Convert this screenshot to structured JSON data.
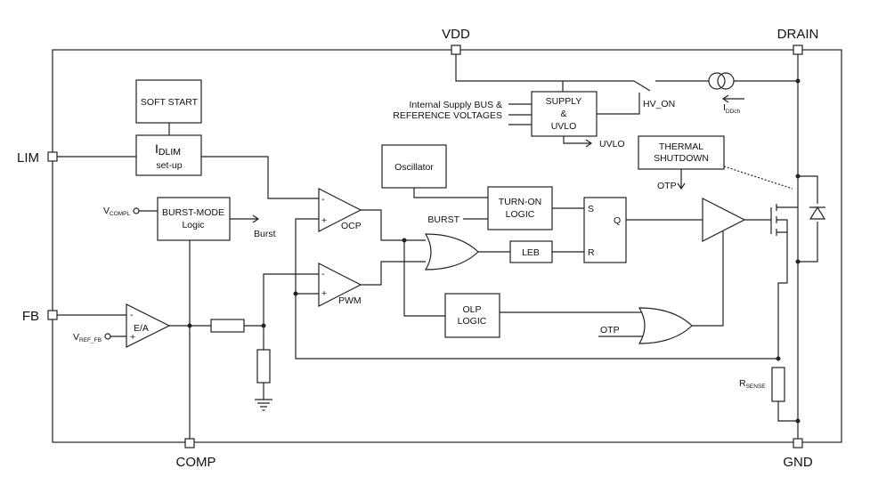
{
  "pins": {
    "vdd": "VDD",
    "drain": "DRAIN",
    "lim": "LIM",
    "fb": "FB",
    "comp": "COMP",
    "gnd": "GND"
  },
  "blocks": {
    "soft_start": "SOFT START",
    "idlim_main": "I",
    "idlim_sub": "DLIM",
    "idlim_line2": "set-up",
    "burst_line1": "BURST-MODE",
    "burst_line2": "Logic",
    "supply_line1": "SUPPLY",
    "supply_line2": "&",
    "supply_line3": "UVLO",
    "thermal_line1": "THERMAL",
    "thermal_line2": "SHUTDOWN",
    "oscillator": "Oscillator",
    "turnon_line1": "TURN-ON",
    "turnon_line2": "LOGIC",
    "leb": "LEB",
    "olp_line1": "OLP",
    "olp_line2": "LOGIC",
    "latch_s": "S",
    "latch_r": "R",
    "latch_q": "Q"
  },
  "signals": {
    "internal_supply": "Internal Supply BUS &",
    "reference_voltages": "REFERENCE VOLTAGES",
    "hv_on": "HV_ON",
    "uvlo": "UVLO",
    "otp_thermal": "OTP",
    "otp_olp": "OTP",
    "burst_out": "Burst",
    "burst_in": "BURST",
    "vcompl_main": "V",
    "vcompl_sub": "COMPL",
    "vref_main": "V",
    "vref_sub": "REF_FB",
    "iddch_main": "I",
    "iddch_sub": "DDch",
    "rsense_main": "R",
    "rsense_sub": "SENSE"
  },
  "comparators": {
    "ocp": "OCP",
    "pwm": "PWM",
    "ea": "E/A",
    "minus": "-",
    "plus": "+"
  }
}
